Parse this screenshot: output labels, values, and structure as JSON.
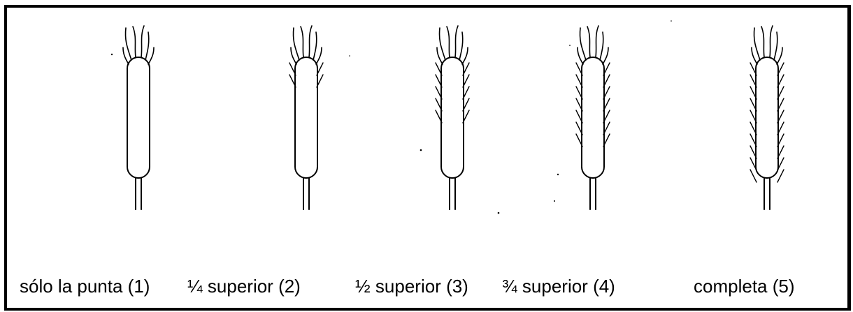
{
  "figure": {
    "stages": [
      {
        "label": "sólo la punta (1)",
        "awn_coverage": 0.0
      },
      {
        "label": "¼ superior (2)",
        "awn_coverage": 0.25
      },
      {
        "label": "½ superior (3)",
        "awn_coverage": 0.5
      },
      {
        "label": "¾ superior (4)",
        "awn_coverage": 0.75
      },
      {
        "label": "completa (5)",
        "awn_coverage": 1.0
      }
    ],
    "colors": {
      "line": "#000000",
      "background": "#ffffff"
    }
  }
}
